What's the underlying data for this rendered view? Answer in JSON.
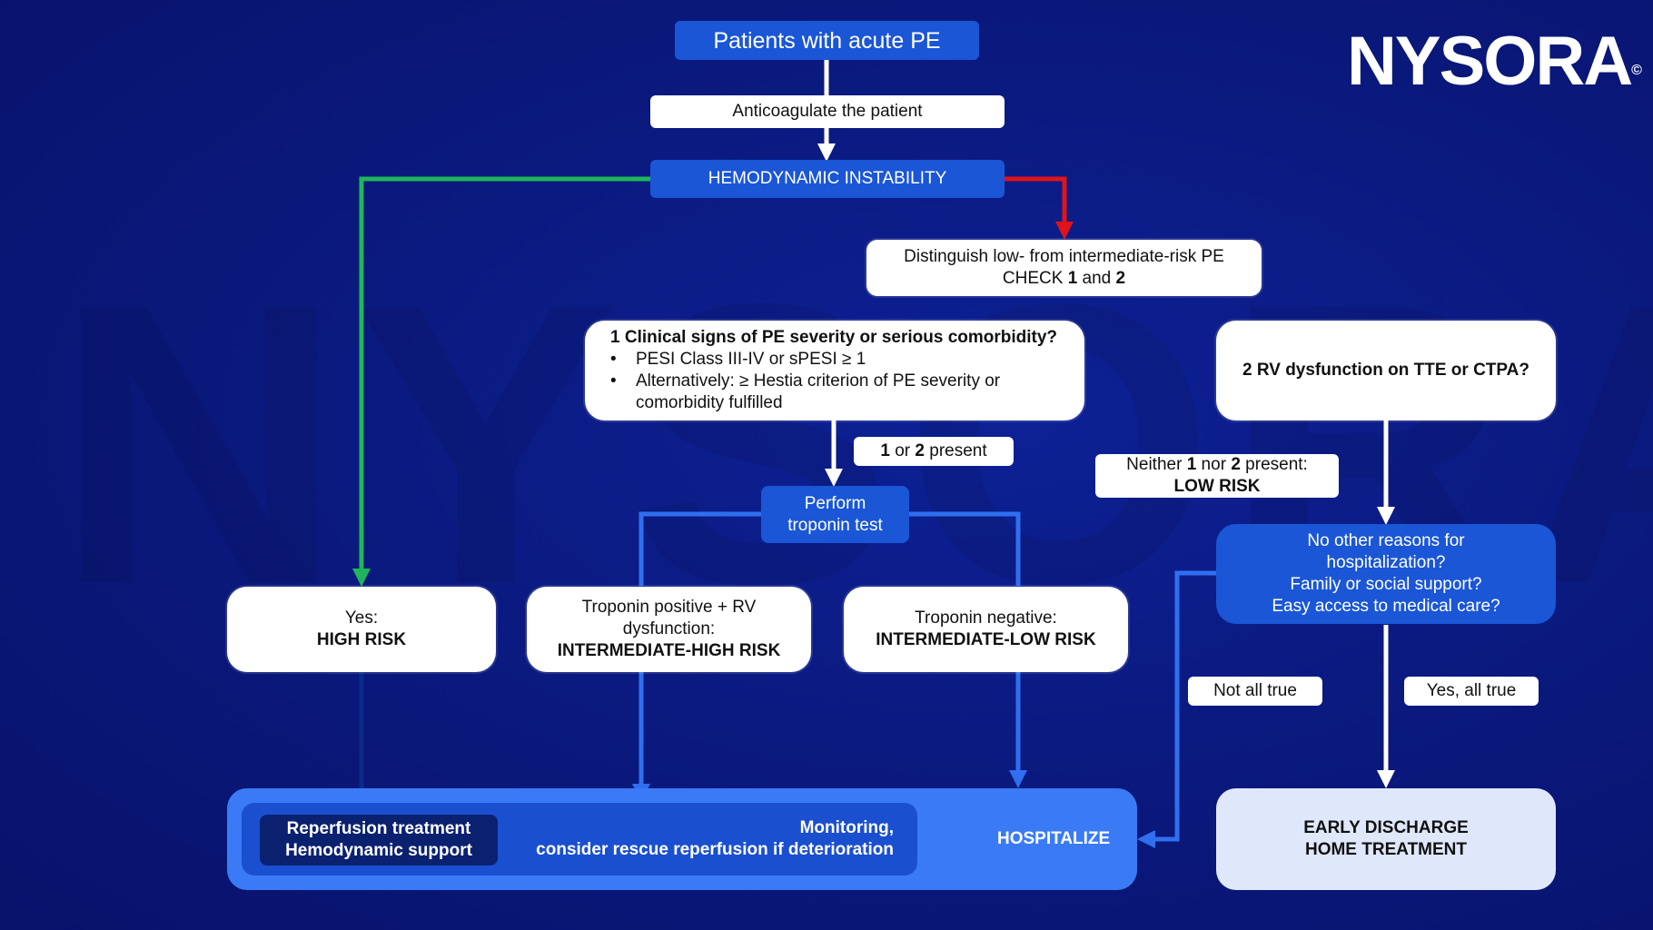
{
  "logo": {
    "text": "NYSORA",
    "mark": "©"
  },
  "watermark": "NYSORA",
  "nodes": {
    "start": "Patients with acute PE",
    "anticoagulate": "Anticoagulate the patient",
    "instability": "HEMODYNAMIC INSTABILITY",
    "distinguish": {
      "line1": "Distinguish low- from intermediate-risk PE",
      "check_pre": "CHECK ",
      "check_1": "1",
      "check_mid": " and ",
      "check_2": "2"
    },
    "clinical": {
      "title": "1 Clinical signs of PE severity or serious comorbidity?",
      "bullets": [
        "PESI Class III-IV or sPESI ≥ 1",
        "Alternatively: ≥ Hestia criterion of PE severity or comorbidity fulfilled"
      ]
    },
    "rv": "2 RV dysfunction on TTE or CTPA?",
    "troponin": {
      "line1": "Perform",
      "line2": "troponin test"
    },
    "high_risk": {
      "line1": "Yes:",
      "line2": "HIGH RISK"
    },
    "int_high": {
      "line1": "Troponin positive + RV",
      "line2": "dysfunction:",
      "line3": "INTERMEDIATE-HIGH RISK"
    },
    "int_low": {
      "line1": "Troponin negative:",
      "line2": "INTERMEDIATE-LOW RISK"
    },
    "questions": [
      "No other reasons for",
      "hospitalization?",
      "Family or social support?",
      "Easy access to medical care?"
    ],
    "hospitalize": {
      "label": "HOSPITALIZE",
      "reperfusion": "Reperfusion treatment",
      "hemodynamic": "Hemodynamic support",
      "monitoring": "Monitoring,",
      "rescue": "consider rescue reperfusion if deterioration"
    },
    "discharge": {
      "line1": "EARLY DISCHARGE",
      "line2": "HOME TREATMENT"
    }
  },
  "labels": {
    "one_or_two": {
      "a": "1",
      "mid": " or ",
      "b": "2",
      "rest": " present"
    },
    "neither": {
      "pre": "Neither ",
      "a": "1",
      "mid": " nor ",
      "b": "2",
      "rest": " present:",
      "line2": "LOW RISK"
    },
    "not_all_true": "Not all true",
    "yes_all_true": "Yes, all true"
  },
  "colors": {
    "green": "#1fb55a",
    "red": "#e0131b",
    "blue_arrow": "#2f6ff0",
    "white_arrow": "#ffffff",
    "dark_arrow": "#0b2a8c"
  }
}
